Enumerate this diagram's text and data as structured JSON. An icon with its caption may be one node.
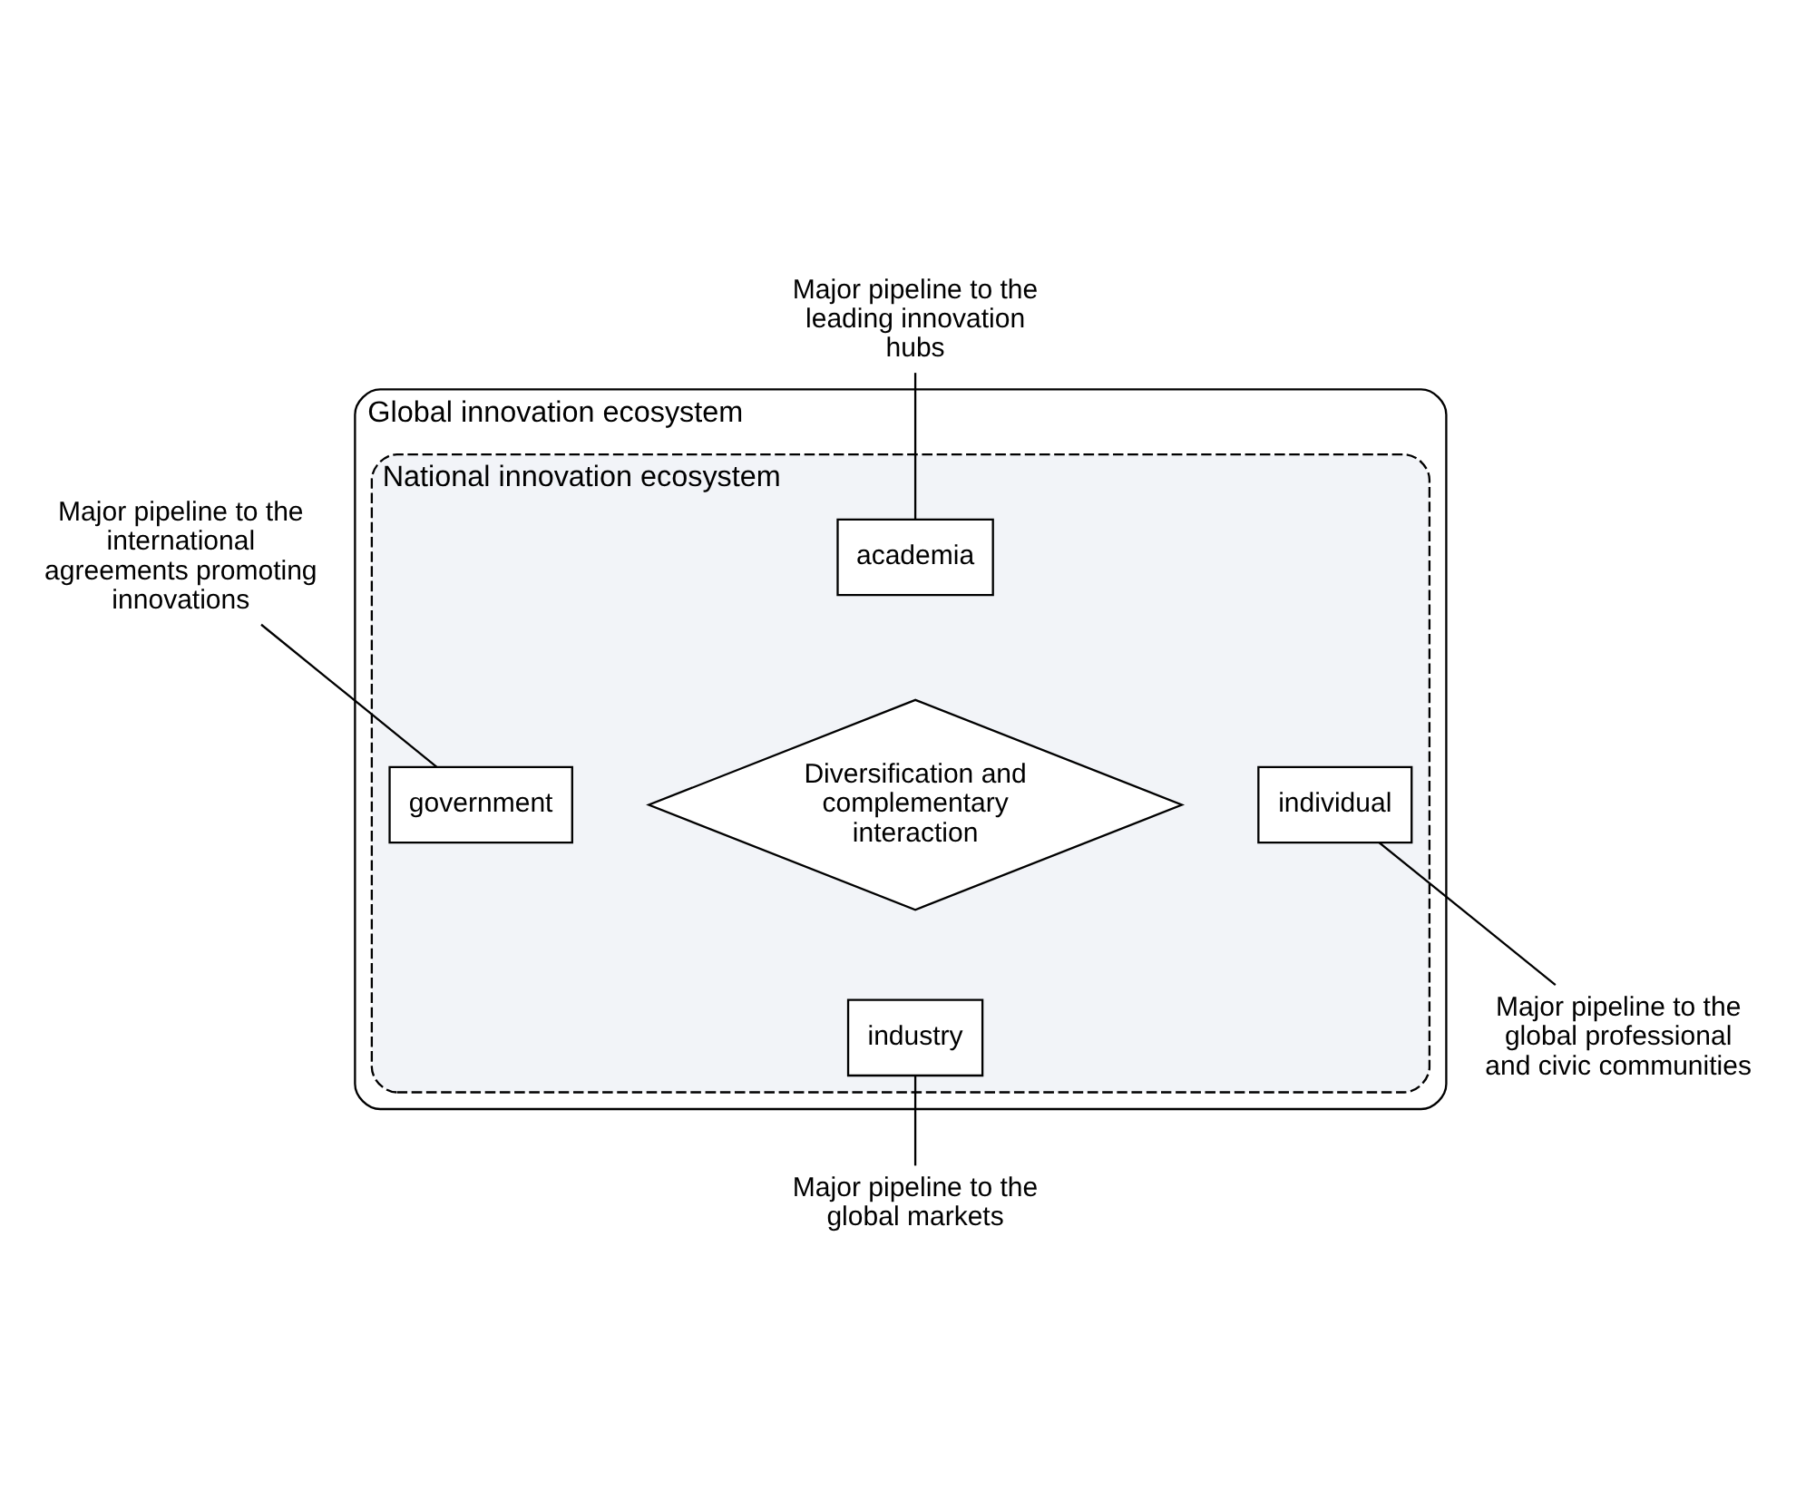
{
  "diagram": {
    "nodes": [
      {
        "text": [
          "Global innovation ecosystem"
        ]
      },
      {
        "text": [
          "National innovation ecosystem"
        ],
        "in": 0
      },
      {
        "text": [
          "academia"
        ],
        "in": 1
      },
      {
        "text": [
          "government"
        ],
        "in": 1
      },
      {
        "text": [
          "Diversification and complementary interaction"
        ],
        "in": 1
      },
      {
        "text": [
          "individual"
        ],
        "in": 1
      },
      {
        "text": [
          "industry"
        ],
        "in": 1
      },
      {
        "text": [
          "Major pipeline to the leading innovation hubs"
        ]
      },
      {
        "text": [
          "Major pipeline to the international agreements promoting innovations"
        ]
      },
      {
        "text": [
          "Major pipeline to the global professional and civic communities"
        ]
      },
      {
        "text": [
          "Major pipeline to the global markets"
        ]
      }
    ],
    "edges": [
      {
        "from": 7,
        "to": 2,
        "arrow": "none"
      },
      {
        "from": 8,
        "to": 3,
        "arrow": "none"
      },
      {
        "from": 5,
        "to": 9,
        "arrow": "none"
      },
      {
        "from": 6,
        "to": 10,
        "arrow": "none"
      }
    ]
  }
}
